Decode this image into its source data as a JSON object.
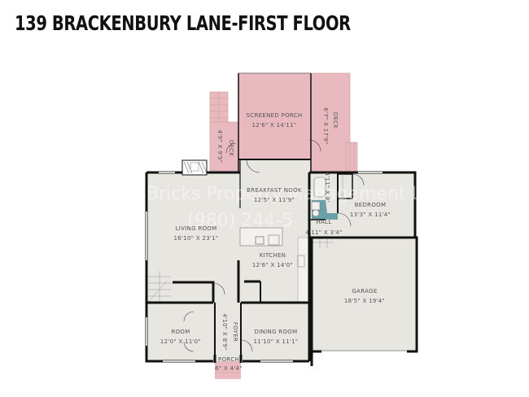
{
  "title": "139 BRACKENBURY LANE-FIRST FLOOR",
  "colors": {
    "floor": "#e8e6e1",
    "exterior": "#e8b9bf",
    "bath": "#6aa0a8",
    "wall": "#111111",
    "label": "#555555"
  },
  "watermark": {
    "line1": "Bricks Property Management LLC",
    "line2": "(980) 244-5"
  },
  "rooms": [
    {
      "id": "screened-porch",
      "name": "SCREENED PORCH",
      "dims": "12'6\" X 14'11\""
    },
    {
      "id": "deck-left",
      "name": "DECK",
      "dims": "4'9\" X 9'5\""
    },
    {
      "id": "deck-right",
      "name": "DECK",
      "dims": "6'7\" X 17'9\""
    },
    {
      "id": "breakfast-nook",
      "name": "BREAKFAST NOOK",
      "dims": "12'5\" X 11'9\""
    },
    {
      "id": "living-room",
      "name": "LIVING ROOM",
      "dims": "16'10\" X 23'1\""
    },
    {
      "id": "kitchen",
      "name": "KITCHEN",
      "dims": "12'6\" X 14'0\""
    },
    {
      "id": "bath",
      "name": "",
      "dims": "4'11\" X 8'"
    },
    {
      "id": "hall",
      "name": "HALL",
      "dims": "4'11\" X 3'4\""
    },
    {
      "id": "bedroom",
      "name": "BEDROOM",
      "dims": "13'3\" X 11'4\""
    },
    {
      "id": "garage",
      "name": "GARAGE",
      "dims": "18'5\" X 19'4\""
    },
    {
      "id": "room",
      "name": "ROOM",
      "dims": "12'0\" X 11'0\""
    },
    {
      "id": "foyer",
      "name": "FOYER",
      "dims": "4'10\" X 8'9\""
    },
    {
      "id": "dining-room",
      "name": "DINING ROOM",
      "dims": "11'10\" X 11'1\""
    },
    {
      "id": "porch",
      "name": "PORCH",
      "dims": "6\" X 4'4\""
    }
  ]
}
